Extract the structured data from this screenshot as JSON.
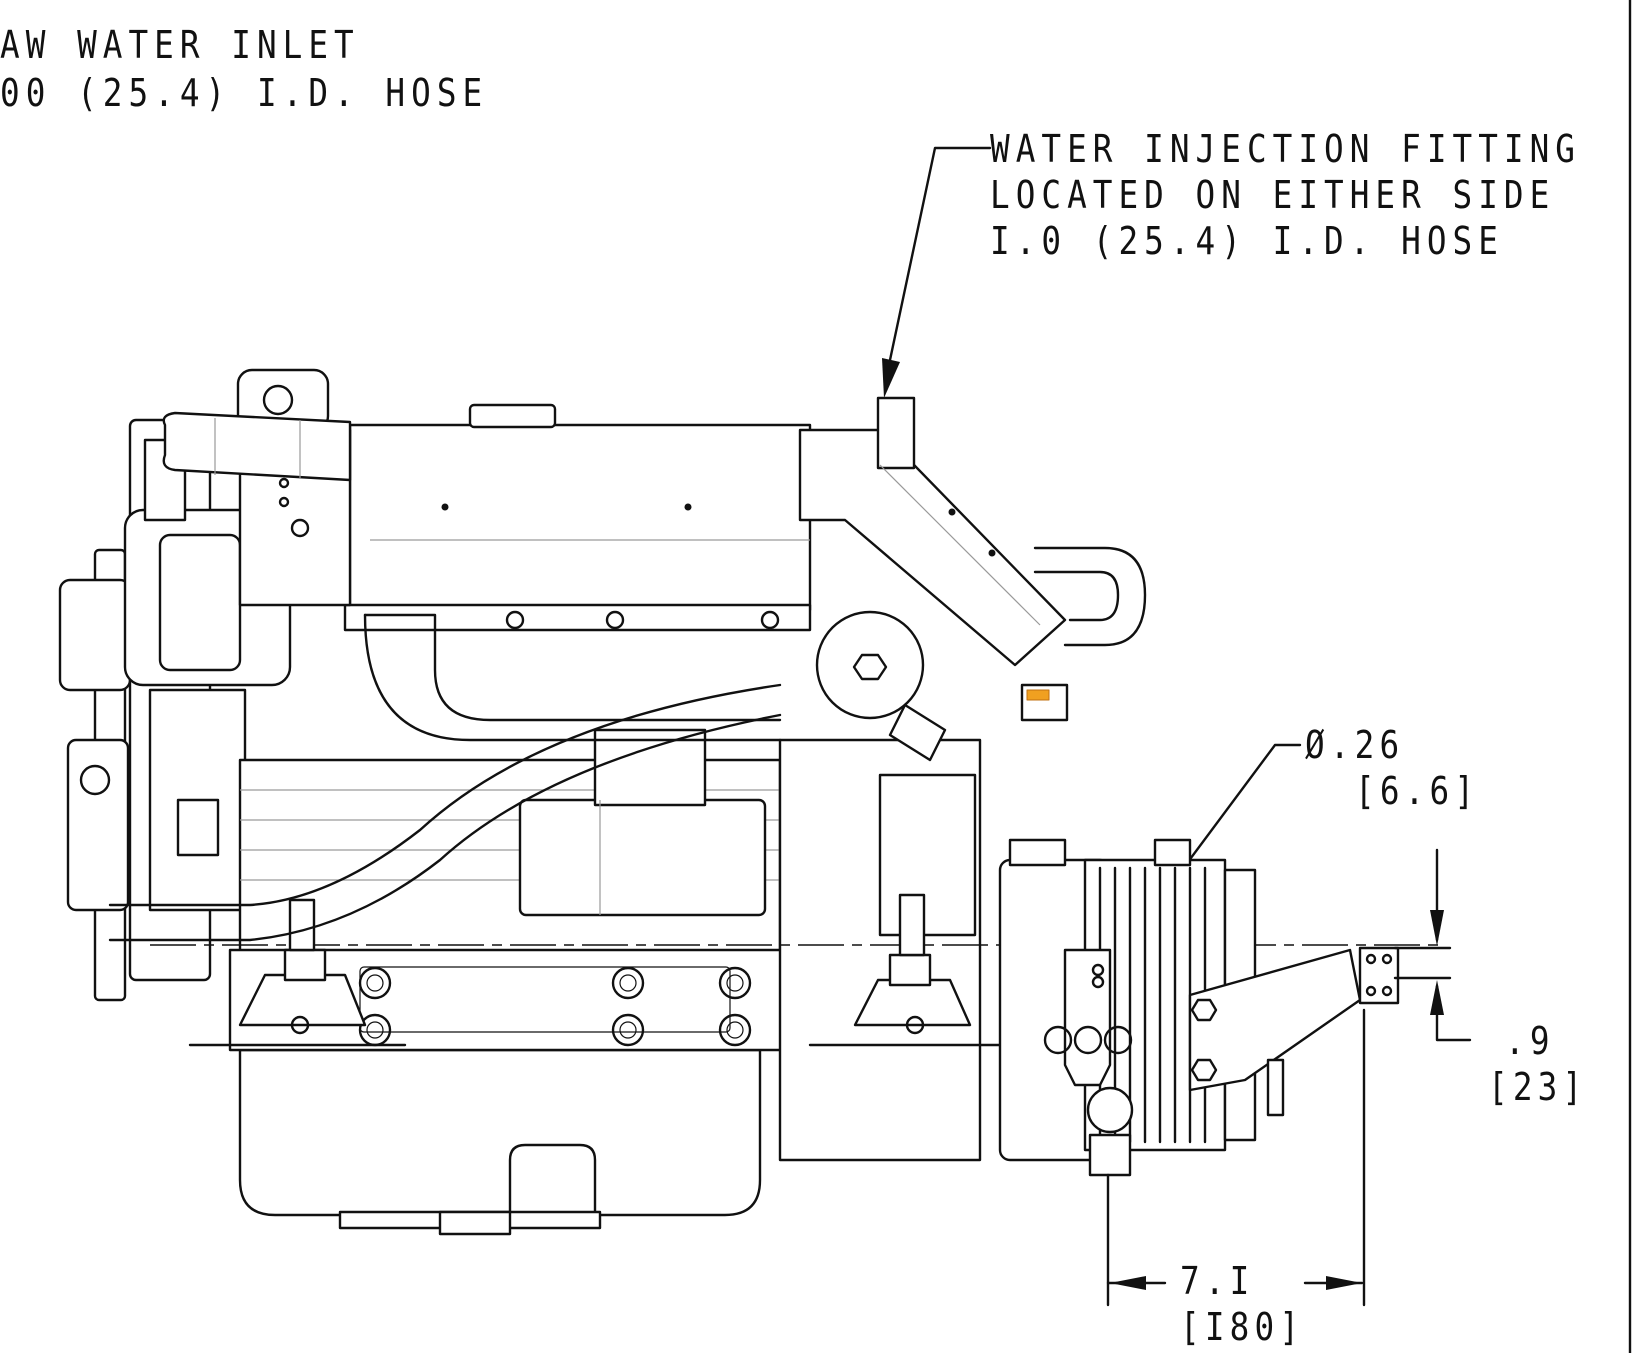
{
  "labels": {
    "raw_water_inlet": {
      "line1": "AW WATER INLET",
      "line2": "00 (25.4) I.D. HOSE"
    },
    "water_injection": {
      "line1": "WATER INJECTION FITTING",
      "line2": "LOCATED ON EITHER SIDE",
      "line3": "I.0 (25.4) I.D. HOSE"
    }
  },
  "dimensions": {
    "hole_diameter": {
      "value": "Ø.26",
      "metric": "[6.6]"
    },
    "mount_offset": {
      "value": ".9",
      "metric": "[23]"
    },
    "mount_distance": {
      "value": "7.I",
      "metric": "[I80]"
    }
  },
  "colors": {
    "line": "#111111",
    "background": "#ffffff",
    "accent_highlight": "#f0a020"
  }
}
